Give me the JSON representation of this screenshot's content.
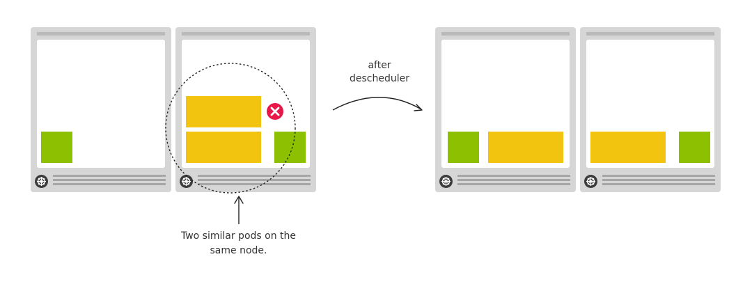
{
  "colors": {
    "node_frame": "#d6d6d6",
    "pod_green": "#8dc000",
    "pod_yellow": "#f2c40f",
    "evict_badge": "#e8174a"
  },
  "icons": {
    "node_logo": "kubernetes-wheel-icon",
    "evict": "close-icon"
  },
  "labels": {
    "arrow_line1": "after",
    "arrow_line2": "descheduler",
    "note_line1": "Two similar pods on the",
    "note_line2": "same node."
  }
}
